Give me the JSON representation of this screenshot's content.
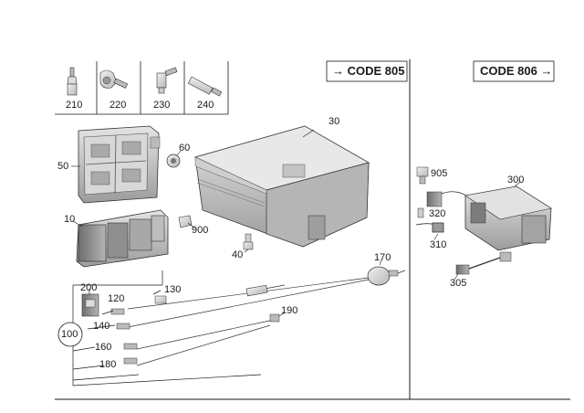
{
  "codes": {
    "left": {
      "arrow": "→",
      "label": "CODE 805"
    },
    "right": {
      "label": "CODE 806",
      "arrow": "→"
    }
  },
  "fittings": [
    {
      "label": "210",
      "icon": "straight-connector-icon"
    },
    {
      "label": "220",
      "icon": "elbow-connector-icon"
    },
    {
      "label": "230",
      "icon": "angled-connector-icon"
    },
    {
      "label": "240",
      "icon": "inline-connector-icon"
    }
  ],
  "callouts": {
    "c30": "30",
    "c50": "50",
    "c60": "60",
    "c10": "10",
    "c900": "900",
    "c40": "40",
    "c170": "170",
    "c200": "200",
    "c130": "130",
    "c120": "120",
    "c190": "190",
    "c100": "100",
    "c140": "140",
    "c160": "160",
    "c180": "180",
    "c905": "905",
    "c300": "300",
    "c320": "320",
    "c310": "310",
    "c305": "305"
  },
  "colors": {
    "line": "#1a1a1a",
    "part_fill": "#c8c8c8",
    "part_dark": "#8a8a8a",
    "part_light": "#e6e6e6"
  }
}
